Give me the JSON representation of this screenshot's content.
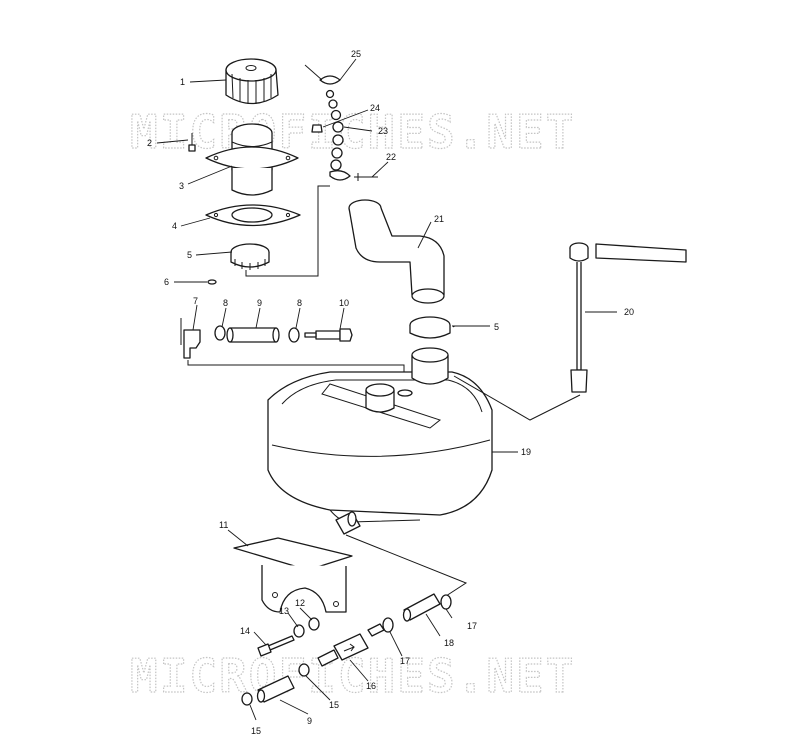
{
  "diagram": {
    "callouts": {
      "c1": "1",
      "c2": "2",
      "c3": "3",
      "c4": "4",
      "c5a": "5",
      "c5b": "5",
      "c6": "6",
      "c7": "7",
      "c8a": "8",
      "c8b": "8",
      "c9a": "9",
      "c9b": "9",
      "c10": "10",
      "c11": "11",
      "c12": "12",
      "c13": "13",
      "c14": "14",
      "c15a": "15",
      "c15b": "15",
      "c16": "16",
      "c17a": "17",
      "c17b": "17",
      "c18": "18",
      "c19": "19",
      "c20": "20",
      "c21": "21",
      "c22": "22",
      "c23": "23",
      "c24": "24",
      "c25": "25"
    },
    "watermark": "MICROFICHES.NET"
  }
}
